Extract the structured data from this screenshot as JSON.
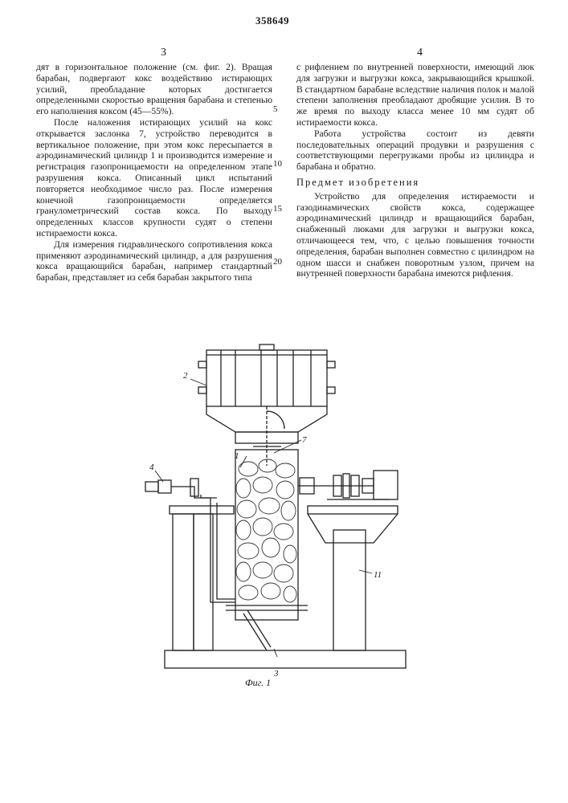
{
  "header": {
    "patent_number": "358649"
  },
  "page_numbers": {
    "left": "3",
    "right": "4"
  },
  "left_column": {
    "p1": "дят в горизонтальное положение (см. фиг. 2). Вращая барабан, подвергают кокс воздействию истирающих усилий, преобладание которых достигается определенными скоростью вращения барабана и степенью его наполнения коксом (45—55%).",
    "p2": "После наложения истирающих усилий на кокс открывается заслонка 7, устройство переводится в вертикальное положение, при этом кокс пересыпается в аэродинамический цилиндр 1 и производится измерение и регистрация газопроницаемости на определенном этапе разрушения кокса. Описанный цикл испытаний повторяется необходимое число раз. После измерения конечной газопроницаемости определяется гранулометрический состав кокса. По выходу определенных классов крупности судят о степени истираемости кокса.",
    "p3": "Для измерения гидравлического сопротивления кокса применяют аэродинамический цилиндр, а для разрушения кокса вращающийся барабан, например стандартный барабан, представляет из себя барабан закрытого типа"
  },
  "right_column": {
    "p1": "с рифлением по внутренней поверхности, имеющий люк для загрузки и выгрузки кокса, закрывающийся крышкой. В стандартном барабане вследствие наличия полок и малой степени заполнения преобладают дробящие усилия. В то же время по выходу класса менее 10 мм судят об истираемости кокса.",
    "p2": "Работа устройства состоит из девяти последовательных операций продувки и разрушения с соответствующими перегрузками пробы из цилиндра и барабана и обратно.",
    "section_title": "Предмет изобретения",
    "p3": "Устройство для определения истираемости и газодинамических свойств кокса, содержащее аэродинамический цилиндр и вращающийся барабан, снабженный люками для загрузки и выгрузки кокса, отличающееся тем, что, с целью повышения точности определения, барабан выполнен совместно с цилиндром на одном шасси и снабжен поворотным узлом, причем на внутренней поверхности барабана имеются рифления."
  },
  "line_markers": [
    "5",
    "10",
    "15",
    "20"
  ],
  "figure": {
    "caption": "Фиг. 1",
    "callouts": {
      "c1": "1",
      "c2": "2",
      "c3": "3",
      "c4": "4",
      "c7": "7",
      "c11": "11"
    }
  }
}
